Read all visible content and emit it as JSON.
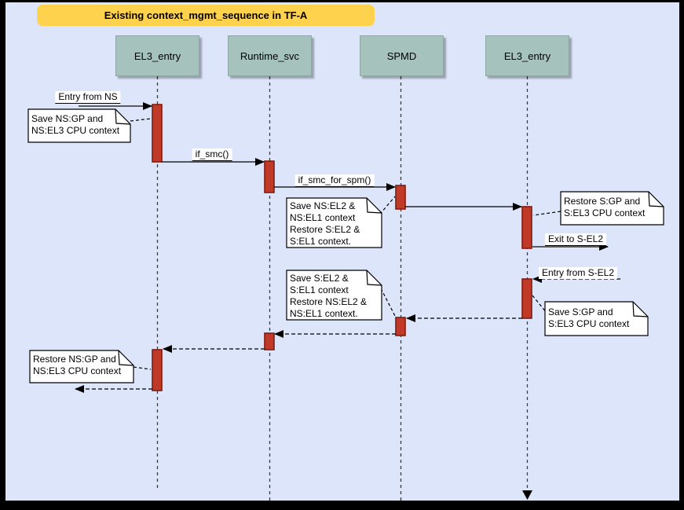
{
  "title": "Existing context_mgmt_sequence in TF-A",
  "lifelines": [
    {
      "label": "EL3_entry"
    },
    {
      "label": "Runtime_svc"
    },
    {
      "label": "SPMD"
    },
    {
      "label": "EL3_entry"
    }
  ],
  "messages": {
    "entry_from_ns": "Entry from NS",
    "if_smc": "if_smc()",
    "if_smc_for_spm": "if_smc_for_spm()",
    "exit_to_s_el2": "Exit to S-EL2",
    "entry_from_s_el2": "Entry from S-EL2"
  },
  "notes": {
    "note1": "Save NS:GP and\nNS:EL3 CPU context",
    "note2": "Save NS:EL2 &\nNS:EL1 context\nRestore S:EL2 &\nS:EL1 context.",
    "note3": "Restore S:GP and\nS:EL3 CPU context",
    "note4": "Save S:EL2 &\nS:EL1 context\nRestore NS:EL2 &\nNS:EL1 context.",
    "note5": "Save S:GP and\nS:EL3 CPU context",
    "note6": "Restore NS:GP and\nNS:EL3 CPU context"
  },
  "colors": {
    "frame": "#000000",
    "canvas-bg": "#dde5fb",
    "title-bg": "#ffd24d",
    "head-bg": "#a6c2bd",
    "head-border": "#8da8a2",
    "activation-fill": "#c13a28",
    "activation-border": "#7f1d12",
    "external-arrow": "#5c5c5c",
    "line": "#000000",
    "note-bg": "#ffffff"
  }
}
